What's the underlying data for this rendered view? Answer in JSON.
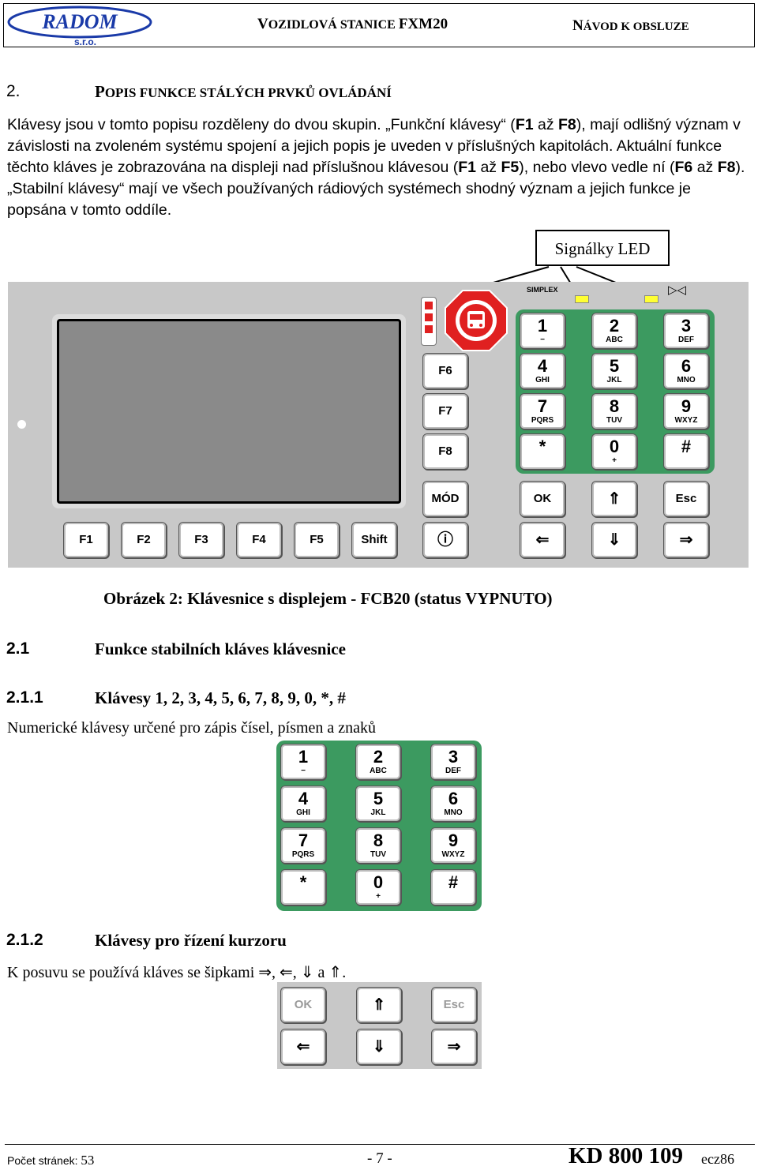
{
  "header": {
    "logo_text": "RADOM",
    "logo_sub": "s.r.o.",
    "doc_title_initial": "V",
    "doc_title_rest": "OZIDLOVÁ STANICE ",
    "doc_title_model": "FXM20",
    "doc_sub_initial": "N",
    "doc_sub_rest": "ÁVOD K OBSLUZE"
  },
  "section2": {
    "number": "2.",
    "title_initial": "P",
    "title_rest": "OPIS FUNKCE STÁLÝCH PRVKŮ OVLÁDÁNÍ",
    "p1": "Klávesy jsou v tomto popisu rozděleny  do dvou skupin. „Funkční klávesy“ (",
    "p1_f1": "F1",
    "p1_mid": " až ",
    "p1_f8": "F8",
    "p1_b": "), mají odlišný význam v závislosti na zvoleném systému spojení a jejich popis je uveden v příslušných kapitolách. Aktuální funkce těchto kláves je zobrazována na displeji nad příslušnou klávesou (",
    "p1_f1b": "F1",
    "p1_az": " až ",
    "p1_f5": "F5",
    "p1_c": "), nebo vlevo vedle ní (",
    "p1_f6": "F6",
    "p1_az2": " až ",
    "p1_f8b": "F8",
    "p1_d": "). „Stabilní klávesy“ mají ve všech používaných rádiových systémech shodný význam a jejich funkce je popsána v tomto oddíle."
  },
  "led_label": "Signálky LED",
  "panel": {
    "simplex": "SIMPLEX",
    "duplex_glyph": "▷◁",
    "fkeys_bottom": [
      "F1",
      "F2",
      "F3",
      "F4",
      "F5",
      "Shift"
    ],
    "fkeys_side": [
      "F6",
      "F7",
      "F8"
    ],
    "mod": "MÓD",
    "power_glyph": "ⓘ",
    "ok": "OK",
    "up": "⇑",
    "esc": "Esc",
    "left": "⇐",
    "down": "⇓",
    "right": "⇒",
    "numkeys": [
      {
        "d": "1",
        "s": "−"
      },
      {
        "d": "2",
        "s": "ABC"
      },
      {
        "d": "3",
        "s": "DEF"
      },
      {
        "d": "4",
        "s": "GHI"
      },
      {
        "d": "5",
        "s": "JKL"
      },
      {
        "d": "6",
        "s": "MNO"
      },
      {
        "d": "7",
        "s": "PQRS"
      },
      {
        "d": "8",
        "s": "TUV"
      },
      {
        "d": "9",
        "s": "WXYZ"
      },
      {
        "d": "*",
        "s": ""
      },
      {
        "d": "0",
        "s": "+"
      },
      {
        "d": "#",
        "s": ""
      }
    ]
  },
  "caption": "Obrázek 2:   Klávesnice s displejem - FCB20 (status VYPNUTO)",
  "s21": {
    "number": "2.1",
    "title": "Funkce stabilních kláves klávesnice"
  },
  "s211": {
    "number": "2.1.1",
    "title": "Klávesy 1, 2, 3, 4, 5, 6, 7, 8, 9, 0, *, #",
    "text": "Numerické klávesy určené pro zápis čísel, písmen a znaků"
  },
  "s212": {
    "number": "2.1.2",
    "title": "Klávesy pro řízení kurzoru",
    "text": "K posuvu se používá kláves se šipkami ⇒, ⇐, ⇓ a ⇑."
  },
  "footer": {
    "pages_label": "Počet stránek: ",
    "pages_value": "53",
    "page_no": "- 7 -",
    "doc_code": "KD 800 109",
    "doc_ver": "ecz86"
  },
  "colors": {
    "numpad_green": "#3c9a60",
    "panel_gray": "#c8c8c8",
    "display_gray": "#8a8a8a",
    "warning_red": "#e02020",
    "logo_blue": "#1a3aa8"
  }
}
